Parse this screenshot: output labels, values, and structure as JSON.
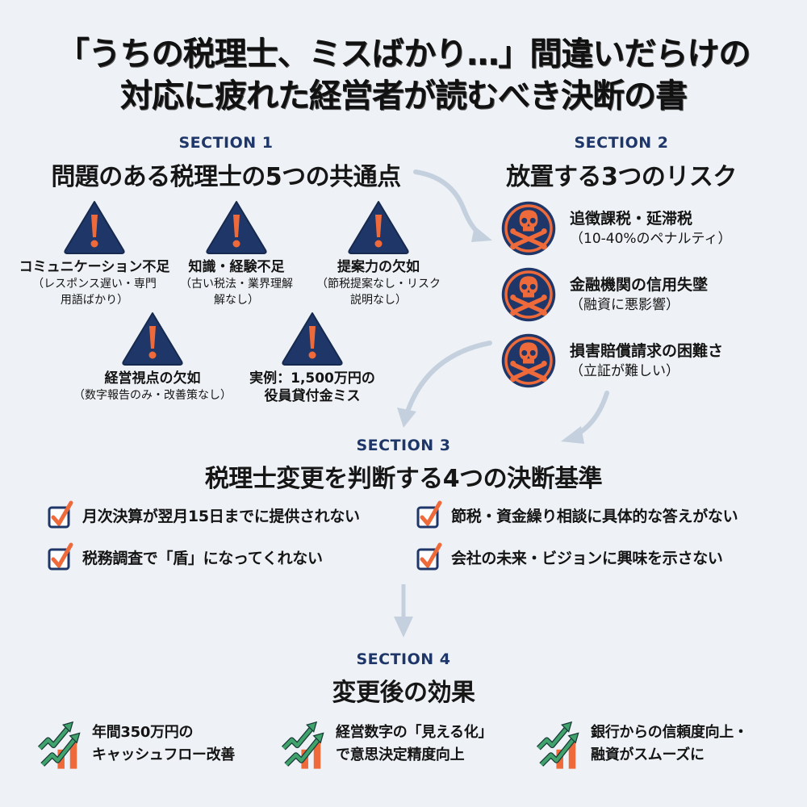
{
  "title": {
    "line1": "「うちの税理士、ミスばかり…」間違いだらけの",
    "line2": "対応に疲れた経営者が読むべき決断の書"
  },
  "colors": {
    "background": "#eef2f6",
    "navy": "#1f3768",
    "orange": "#ee6a3a",
    "green": "#3fa36b",
    "arrow": "#c5d0de"
  },
  "section1": {
    "label": "SECTION 1",
    "title": "問題のある税理士の5つの共通点",
    "icon": "warning-triangle-icon",
    "items": [
      {
        "main": "コミュニケーション不足",
        "sub1": "（レスポンス遅い・専門",
        "sub2": "用語ばかり）"
      },
      {
        "main": "知識・経験不足",
        "sub1": "（古い税法・業界理解",
        "sub2": "解なし）"
      },
      {
        "main": "提案力の欠如",
        "sub1": "（節税提案なし・リスク",
        "sub2": "説明なし）"
      },
      {
        "main": "経営視点の欠如",
        "sub1": "（数字報告のみ・改善策なし）",
        "sub2": ""
      },
      {
        "main": "実例：1,500万円の",
        "sub1": "役員貸付金ミス",
        "sub2": ""
      }
    ]
  },
  "section2": {
    "label": "SECTION 2",
    "title": "放置する3つのリスク",
    "icon": "skull-crossbones-icon",
    "items": [
      {
        "main": "追徴課税・延滞税",
        "sub": "（10-40%のペナルティ）"
      },
      {
        "main": "金融機関の信用失墜",
        "sub": "（融資に悪影響）"
      },
      {
        "main": "損害賠償請求の困難さ",
        "sub": "（立証が難しい）"
      }
    ]
  },
  "section3": {
    "label": "SECTION 3",
    "title": "税理士変更を判断する4つの決断基準",
    "icon": "checkbox-checked-icon",
    "items": [
      "月次決算が翌月15日までに提供されない",
      "節税・資金繰り相談に具体的な答えがない",
      "税務調査で「盾」になってくれない",
      "会社の未来・ビジョンに興味を示さない"
    ]
  },
  "section4": {
    "label": "SECTION 4",
    "title": "変更後の効果",
    "icon": "growth-chart-icon",
    "items": [
      {
        "line1": "年間350万円の",
        "line2": "キャッシュフロー改善"
      },
      {
        "line1": "経営数字の「見える化」",
        "line2": "で意思決定精度向上"
      },
      {
        "line1": "銀行からの信頼度向上・",
        "line2": "融資がスムーズに"
      }
    ]
  }
}
